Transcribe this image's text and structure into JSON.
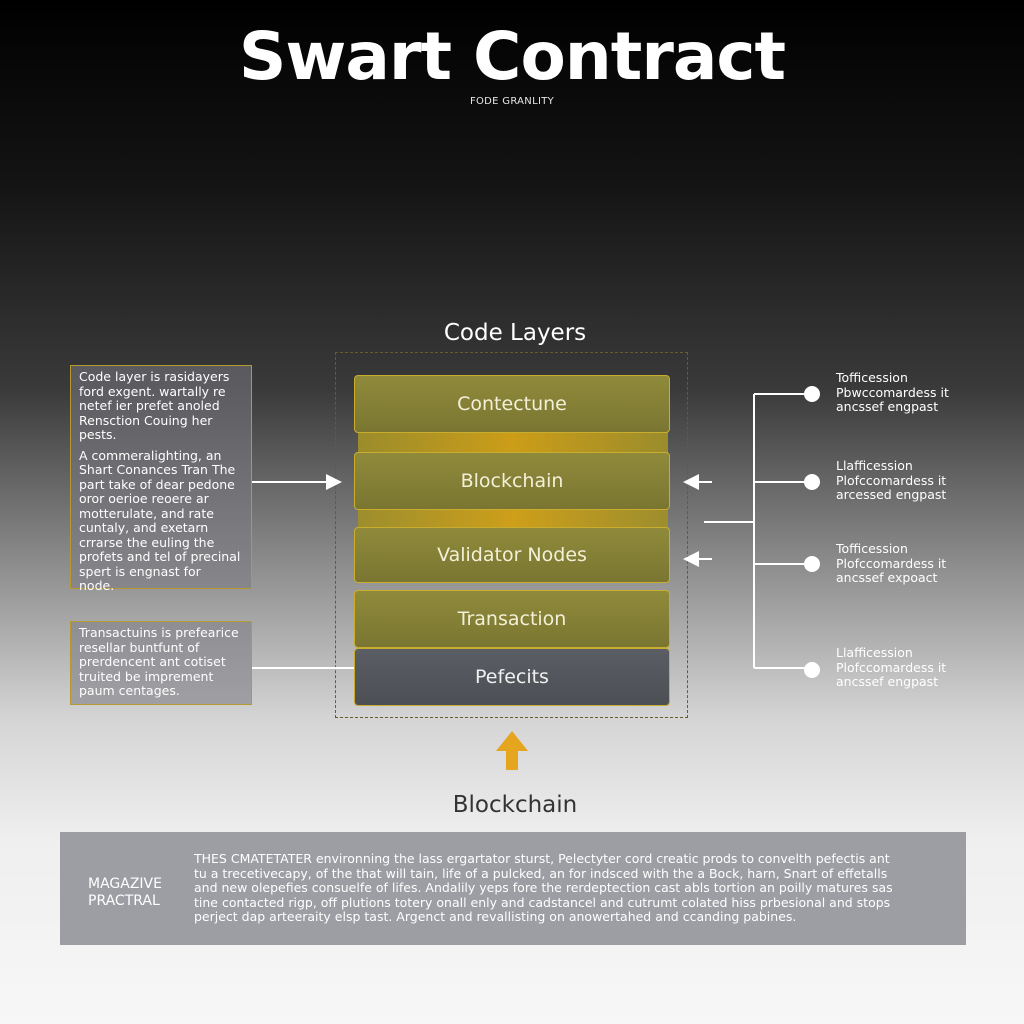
{
  "header": {
    "title": "Swart Contract",
    "subtitle": "FODE GRANLITY"
  },
  "diagram": {
    "stack_title": "Code Layers",
    "layers": [
      {
        "label": "Contectune"
      },
      {
        "label": "Blockchain"
      },
      {
        "label": "Validator Nodes"
      },
      {
        "label": "Transaction"
      },
      {
        "label": "Pefecits"
      }
    ],
    "base_label": "Blockchain",
    "left_notes": [
      {
        "paragraphs": [
          [
            "Code layer is rasidayers",
            "ford exgent. wartally re",
            "netef ier prefet anoled",
            "Rensction Couing her",
            "pests."
          ],
          [
            "A commeralighting, an",
            "Shart Conances Tran The",
            "part take of dear pedone",
            "oror oerioe reoere ar",
            "motterulate, and rate",
            "cuntaly, and exetarn",
            "crrarse the euling the",
            "profets and tel of precinal",
            "spert is engnast for",
            "node."
          ]
        ]
      },
      {
        "paragraphs": [
          [
            "Transactuins is prefearice",
            "resellar buntfunt of",
            "prerdencent ant cotiset",
            "truited be imprement",
            "paum centages."
          ]
        ]
      }
    ],
    "right_items": [
      {
        "lines": [
          "Tofficession",
          "Pbwccomardess it",
          "ancssef engpast"
        ]
      },
      {
        "lines": [
          "Llafficession",
          "Plofccomardess it",
          "arcessed engpast"
        ]
      },
      {
        "lines": [
          "Tofficession",
          "Plofccomardess it",
          "ancssef expoact"
        ]
      },
      {
        "lines": [
          "Llafficession",
          "Plofccomardess it",
          "ancssef engpast"
        ]
      }
    ]
  },
  "footer": {
    "side_label": [
      "MAGAZIVE",
      "PRACTRAL"
    ],
    "body_lines": [
      "THES CMATETATER environning the lass ergartator sturst, Pelectyter cord creatic prods to convelth pefectis ant",
      "tu a trecetivecapy, of the that will tain, life of a pulcked, an for indsced with the a Bock, harn, Snart of effetalls",
      "and new olepefies consuelfe of lifes. Andalily yeps fore the rerdeptection cast abls tortion an poilly matures sas",
      "tine contacted rigp, off plutions totery onall enly and cadstancel and cutrumt colated hiss prbesional and stops",
      "perject dap arteeraity elsp tast. Argenct and revallisting on anowertahed and ccanding pabines."
    ]
  },
  "colors": {
    "layer_border": "#c9ad2e",
    "layer_fill": "#8f8a3a",
    "accent_arrow": "#e6a51e",
    "footer_fill": "#9c9ea4"
  }
}
